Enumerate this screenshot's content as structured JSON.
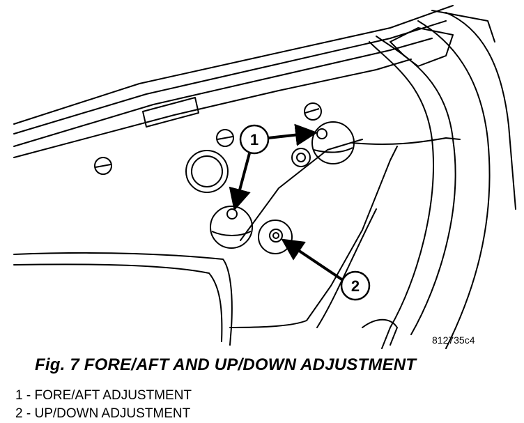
{
  "figure": {
    "code": "812735c4",
    "caption": "Fig. 7 FORE/AFT AND UP/DOWN ADJUSTMENT",
    "callouts": [
      "1",
      "2"
    ]
  },
  "legend": [
    {
      "number": "1",
      "separator": "-",
      "text": "FORE/AFT ADJUSTMENT"
    },
    {
      "number": "2",
      "separator": "-",
      "text": "UP/DOWN ADJUSTMENT"
    }
  ]
}
